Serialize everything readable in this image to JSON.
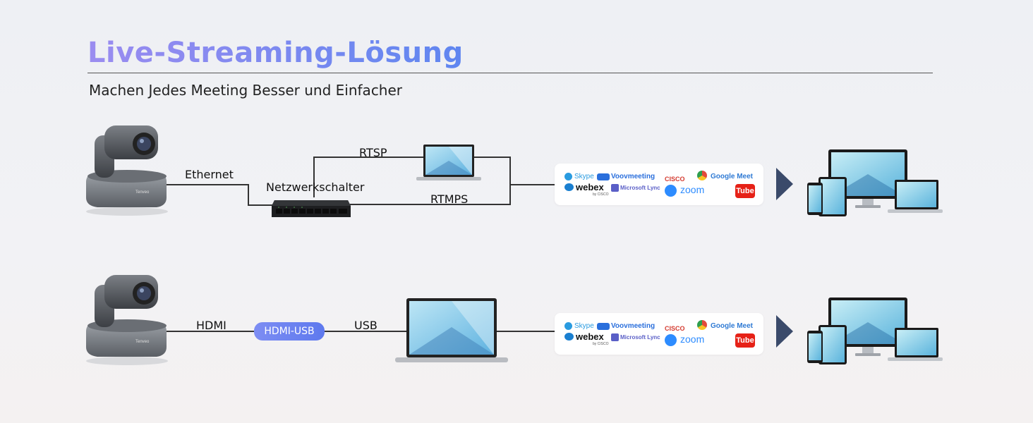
{
  "header": {
    "title": "Live-Streaming-Lösung",
    "subtitle": "Machen Jedes Meeting Besser und Einfacher"
  },
  "row1": {
    "ethernet": "Ethernet",
    "switch": "Netzwerkschalter",
    "rtsp": "RTSP",
    "rtmps": "RTMPS"
  },
  "row2": {
    "hdmi": "HDMI",
    "adapter": "HDMI-USB",
    "usb": "USB"
  },
  "platforms": {
    "skype": "Skype",
    "voov": "Voovmeeting",
    "cisco": "CISCO",
    "google_meet": "Google Meet",
    "webex": "webex",
    "webex_sub": "by CISCO",
    "lync": "Microsoft Lync",
    "zoom": "zoom",
    "youtube": "Tube"
  },
  "camera_brand": "Tenveo",
  "colors": {
    "accent_start": "#9b8cf0",
    "accent_end": "#5f86f0",
    "screen": "#8fd1f0",
    "arrow": "#3a4a6a"
  }
}
